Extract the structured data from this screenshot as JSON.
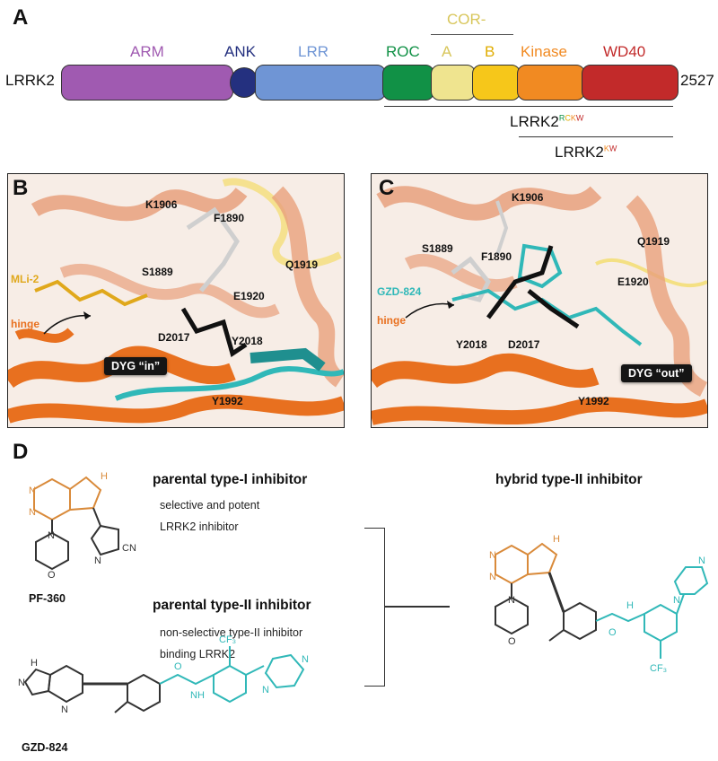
{
  "panel_a": {
    "letter": "A",
    "protein": "LRRK2",
    "length": "2527",
    "cor_label": "COR-",
    "domains": [
      {
        "name": "ARM",
        "color": "#a05ab1",
        "text_color": "#a05ab1"
      },
      {
        "name": "ANK",
        "color": "#24307f",
        "text_color": "#24307f"
      },
      {
        "name": "LRR",
        "color": "#6f95d5",
        "text_color": "#6f95d5"
      },
      {
        "name": "ROC",
        "color": "#119146",
        "text_color": "#119146"
      },
      {
        "name": "A",
        "color": "#efe48f",
        "text_color": "#d8c65a"
      },
      {
        "name": "B",
        "color": "#f6c71a",
        "text_color": "#e0ac00"
      },
      {
        "name": "Kinase",
        "color": "#f18a22",
        "text_color": "#f18a22"
      },
      {
        "name": "WD40",
        "color": "#c22a2a",
        "text_color": "#c22a2a"
      }
    ],
    "constructs": [
      {
        "base": "LRRK2",
        "sup": [
          {
            "t": "R",
            "c": "#119146"
          },
          {
            "t": "C",
            "c": "#e0ac00"
          },
          {
            "t": "K",
            "c": "#f18a22"
          },
          {
            "t": "W",
            "c": "#c22a2a"
          }
        ]
      },
      {
        "base": "LRRK2",
        "sup": [
          {
            "t": "K",
            "c": "#f18a22"
          },
          {
            "t": "W",
            "c": "#c22a2a"
          }
        ]
      }
    ]
  },
  "panel_b": {
    "letter": "B",
    "residues": [
      "K1906",
      "F1890",
      "S1889",
      "Q1919",
      "E1920",
      "D2017",
      "Y2018",
      "Y1992"
    ],
    "ligand": "MLi-2",
    "hinge": "hinge",
    "dyg": "DYG “in”"
  },
  "panel_c": {
    "letter": "C",
    "residues": [
      "K1906",
      "S1889",
      "F1890",
      "Q1919",
      "E1920",
      "Y2018",
      "D2017",
      "Y1992"
    ],
    "ligand": "GZD-824",
    "hinge": "hinge",
    "dyg": "DYG “out”"
  },
  "panel_d": {
    "letter": "D",
    "parental_type1": {
      "title": "parental type-I inhibitor",
      "line1": "selective and potent",
      "line2": "LRRK2 inhibitor"
    },
    "parental_type2": {
      "title": "parental type-II inhibitor",
      "line1": "non-selective  type-II inhibitor",
      "line2": "binding LRRK2"
    },
    "hybrid": {
      "title": "hybrid type-II inhibitor"
    },
    "compound1": "PF-360",
    "compound2": "GZD-824",
    "atoms": {
      "N": "N",
      "NH": "NH",
      "H": "H",
      "O": "O",
      "CN": "CN",
      "CF3": "CF₃",
      "HN": "H"
    }
  },
  "colors": {
    "salmon": "#e8a07c",
    "orange": "#e8701f",
    "teal": "#30b8b8",
    "mli2": "#e0a81b"
  }
}
